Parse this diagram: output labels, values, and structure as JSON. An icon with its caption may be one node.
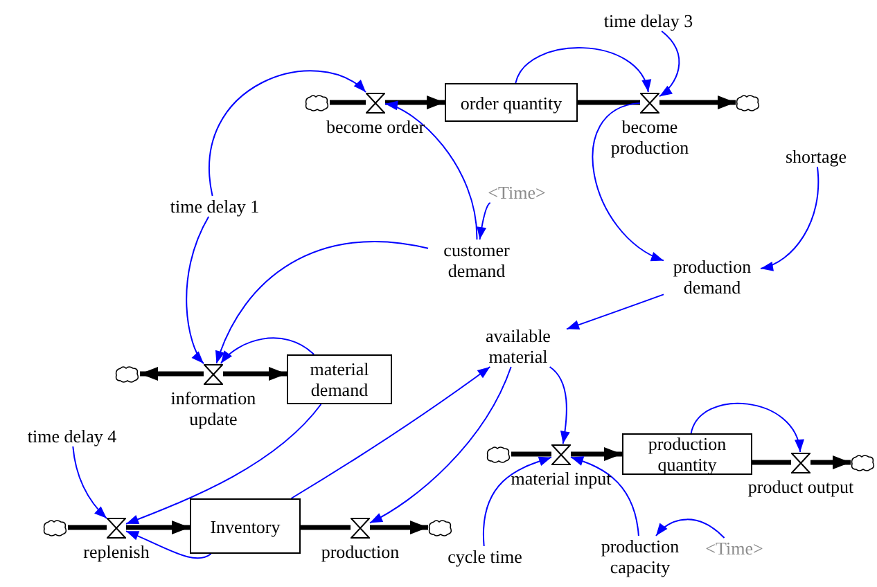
{
  "diagram": {
    "nodes": [
      {
        "text": [
          "time delay 3"
        ]
      },
      {
        "text": [],
        "shape": "cloud"
      },
      {
        "text": [
          "become order"
        ]
      },
      {
        "text": [
          "order quantity"
        ]
      },
      {
        "text": [
          "become production"
        ]
      },
      {
        "text": [],
        "shape": "cloud"
      },
      {
        "text": [
          "shortage"
        ]
      },
      {
        "text": [
          "<Time>"
        ]
      },
      {
        "text": [
          "time delay 1"
        ]
      },
      {
        "text": [
          "customer demand"
        ]
      },
      {
        "text": [
          "production demand"
        ]
      },
      {
        "text": [
          "available material"
        ]
      },
      {
        "text": [],
        "shape": "cloud"
      },
      {
        "text": [
          "information update"
        ]
      },
      {
        "text": [
          "material demand"
        ]
      },
      {
        "text": [
          "time delay 4"
        ]
      },
      {
        "text": [],
        "shape": "cloud"
      },
      {
        "text": [
          "material input"
        ]
      },
      {
        "text": [
          "production quantity"
        ]
      },
      {
        "text": [
          "product output"
        ]
      },
      {
        "text": [],
        "shape": "cloud"
      },
      {
        "text": [],
        "shape": "cloud"
      },
      {
        "text": [
          "replenish"
        ]
      },
      {
        "text": [
          "Inventory"
        ]
      },
      {
        "text": [
          "production"
        ]
      },
      {
        "text": [],
        "shape": "cloud"
      },
      {
        "text": [
          "cycle time"
        ]
      },
      {
        "text": [
          "production capacity"
        ]
      },
      {
        "text": [
          "<Time>"
        ]
      }
    ],
    "edges": [
      {
        "from": 1,
        "to": 2,
        "arrow": "none",
        "style": "thick",
        "color": "#000000"
      },
      {
        "from": 2,
        "to": 3,
        "arrow": "to",
        "style": "thick",
        "color": "#000000"
      },
      {
        "from": 3,
        "to": 4,
        "arrow": "none",
        "style": "thick",
        "color": "#000000"
      },
      {
        "from": 4,
        "to": 5,
        "arrow": "to",
        "style": "thick",
        "color": "#000000"
      },
      {
        "from": 13,
        "to": 12,
        "arrow": "to",
        "style": "thick",
        "color": "#000000"
      },
      {
        "from": 13,
        "to": 14,
        "arrow": "to",
        "style": "thick",
        "color": "#000000"
      },
      {
        "from": 16,
        "to": 17,
        "arrow": "none",
        "style": "thick",
        "color": "#000000"
      },
      {
        "from": 17,
        "to": 18,
        "arrow": "to",
        "style": "thick",
        "color": "#000000"
      },
      {
        "from": 18,
        "to": 19,
        "arrow": "none",
        "style": "thick",
        "color": "#000000"
      },
      {
        "from": 19,
        "to": 20,
        "arrow": "to",
        "style": "thick",
        "color": "#000000"
      },
      {
        "from": 21,
        "to": 22,
        "arrow": "none",
        "style": "thick",
        "color": "#000000"
      },
      {
        "from": 22,
        "to": 23,
        "arrow": "to",
        "style": "thick",
        "color": "#000000"
      },
      {
        "from": 23,
        "to": 24,
        "arrow": "none",
        "style": "thick",
        "color": "#000000"
      },
      {
        "from": 24,
        "to": 25,
        "arrow": "to",
        "style": "thick",
        "color": "#000000"
      },
      {
        "from": 8,
        "to": 2,
        "arrow": "to"
      },
      {
        "from": 9,
        "to": 2,
        "arrow": "to"
      },
      {
        "from": 3,
        "to": 4,
        "arrow": "to"
      },
      {
        "from": 0,
        "to": 4,
        "arrow": "to"
      },
      {
        "from": 4,
        "to": 10,
        "arrow": "to"
      },
      {
        "from": 6,
        "to": 10,
        "arrow": "to"
      },
      {
        "from": 7,
        "to": 9,
        "arrow": "to"
      },
      {
        "from": 8,
        "to": 13,
        "arrow": "to"
      },
      {
        "from": 9,
        "to": 13,
        "arrow": "to"
      },
      {
        "from": 14,
        "to": 13,
        "arrow": "to"
      },
      {
        "from": 10,
        "to": 11,
        "arrow": "to"
      },
      {
        "from": 14,
        "to": 22,
        "arrow": "to"
      },
      {
        "from": 15,
        "to": 22,
        "arrow": "to"
      },
      {
        "from": 23,
        "to": 22,
        "arrow": "to"
      },
      {
        "from": 23,
        "to": 11,
        "arrow": "to"
      },
      {
        "from": 11,
        "to": 24,
        "arrow": "to"
      },
      {
        "from": 11,
        "to": 17,
        "arrow": "to"
      },
      {
        "from": 18,
        "to": 19,
        "arrow": "to"
      },
      {
        "from": 26,
        "to": 17,
        "arrow": "to"
      },
      {
        "from": 27,
        "to": 17,
        "arrow": "to"
      },
      {
        "from": 28,
        "to": 27,
        "arrow": "to"
      }
    ]
  }
}
